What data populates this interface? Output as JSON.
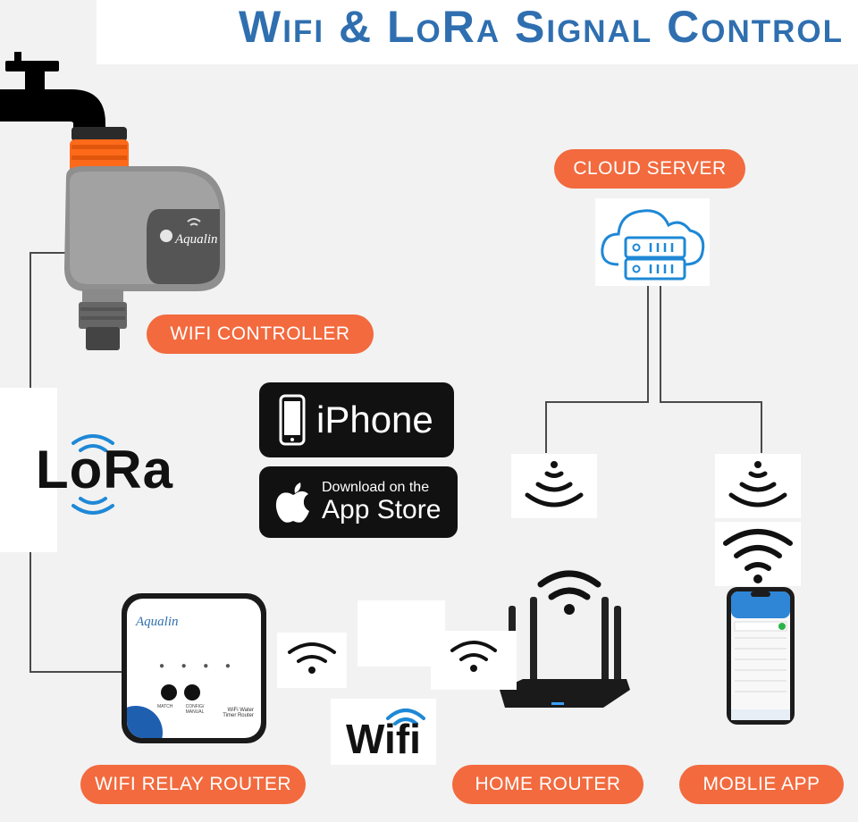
{
  "title": "Wifi & LoRa Signal Control",
  "nodes": {
    "cloud_server": "CLOUD SERVER",
    "wifi_controller": "WIFI CONTROLLER",
    "wifi_relay_router": "WIFI RELAY ROUTER",
    "home_router": "HOME ROUTER",
    "mobile_app": "MOBLIE APP"
  },
  "controller_brand": "Aqualin",
  "relay": {
    "brand": "Aqualin",
    "label_match": "MATCH",
    "label_config": "CONFIG/ MANUAL",
    "product_label": "WiFi Water Timer Router"
  },
  "lora_label": "LoRa",
  "wifi_label": "Wifi",
  "badges": {
    "iphone": "iPhone",
    "appstore_small": "Download on the",
    "appstore_big": "App Store"
  },
  "colors": {
    "title_blue": "#2f6fb0",
    "pill_orange": "#f26a3e",
    "accent_blue": "#1e88d6"
  }
}
